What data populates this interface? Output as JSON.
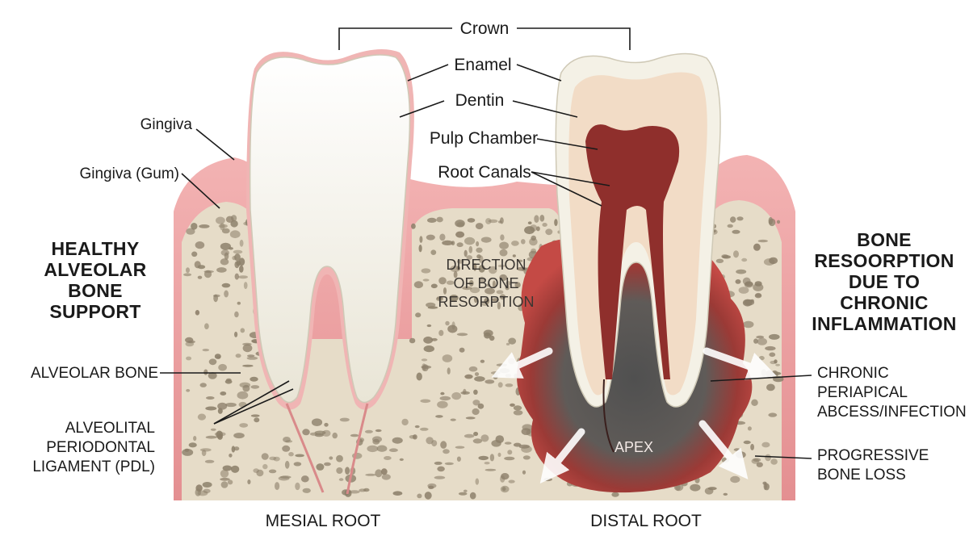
{
  "labels": {
    "crown": "Crown",
    "enamel": "Enamel",
    "dentin": "Dentin",
    "pulp_chamber": "Pulp Chamber",
    "root_canals": "Root Canals",
    "gingiva": "Gingiva",
    "gingiva_gum": "Gingiva (Gum)",
    "healthy_support": [
      "HEALTHY",
      "ALVEOLAR",
      "BONE",
      "SUPPORT"
    ],
    "alveolar_bone": "ALVEOLAR BONE",
    "pdl": [
      "ALVEOLITAL",
      "PERIODONTAL",
      "LIGAMENT (PDL)"
    ],
    "direction": [
      "DIRECTION",
      "OF BONE",
      "RESORPTION"
    ],
    "bone_resorption": [
      "BONE",
      "RESOORPTION",
      "DUE TO",
      "CHRONIC",
      "INFLAMMATION"
    ],
    "abscess": [
      "CHRONIC",
      "PERIAPICAL",
      "ABCESS/INFECTION"
    ],
    "progressive": [
      "PROGRESSIVE",
      "BONE LOSS"
    ],
    "apex": "APEX",
    "mesial_root": "MESIAL ROOT",
    "distal_root": "DISTAL ROOT"
  },
  "colors": {
    "bone": "#e6dcc8",
    "bone_speckle": "#8c7f6a",
    "gum": "#e99a9c",
    "gum_light": "#f6c9c6",
    "enamel": "#f4f1e6",
    "dentin": "#f2dcc6",
    "pulp": "#8f2f2c",
    "infection_dark": "#585654",
    "infection_red": "#b8312f",
    "arrow": "#ffffff"
  }
}
